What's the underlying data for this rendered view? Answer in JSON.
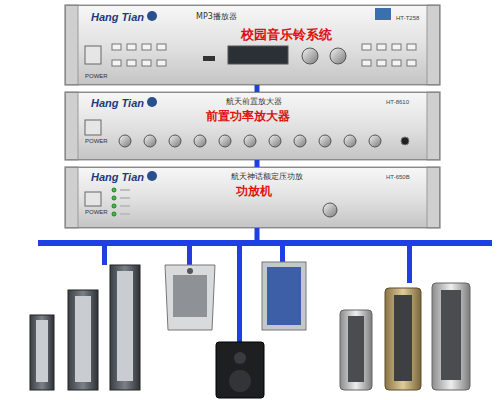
{
  "diagram": {
    "nodes": [
      {
        "text": [
          "Hang Tian",
          "MP3播放器",
          "HT-T258",
          "校园音乐铃系统",
          "POWER"
        ]
      },
      {
        "text": [
          "Hang Tian",
          "航天前置放大器",
          "HT-8610",
          "前置功率放大器",
          "POWER"
        ]
      },
      {
        "text": [
          "Hang Tian",
          "航天神话额定压功放",
          "HT-650B",
          "功放机",
          "POWER"
        ]
      }
    ],
    "edges": [
      {
        "from": 0,
        "to": 1,
        "arrow": "none"
      },
      {
        "from": 1,
        "to": 2,
        "arrow": "none"
      }
    ]
  }
}
